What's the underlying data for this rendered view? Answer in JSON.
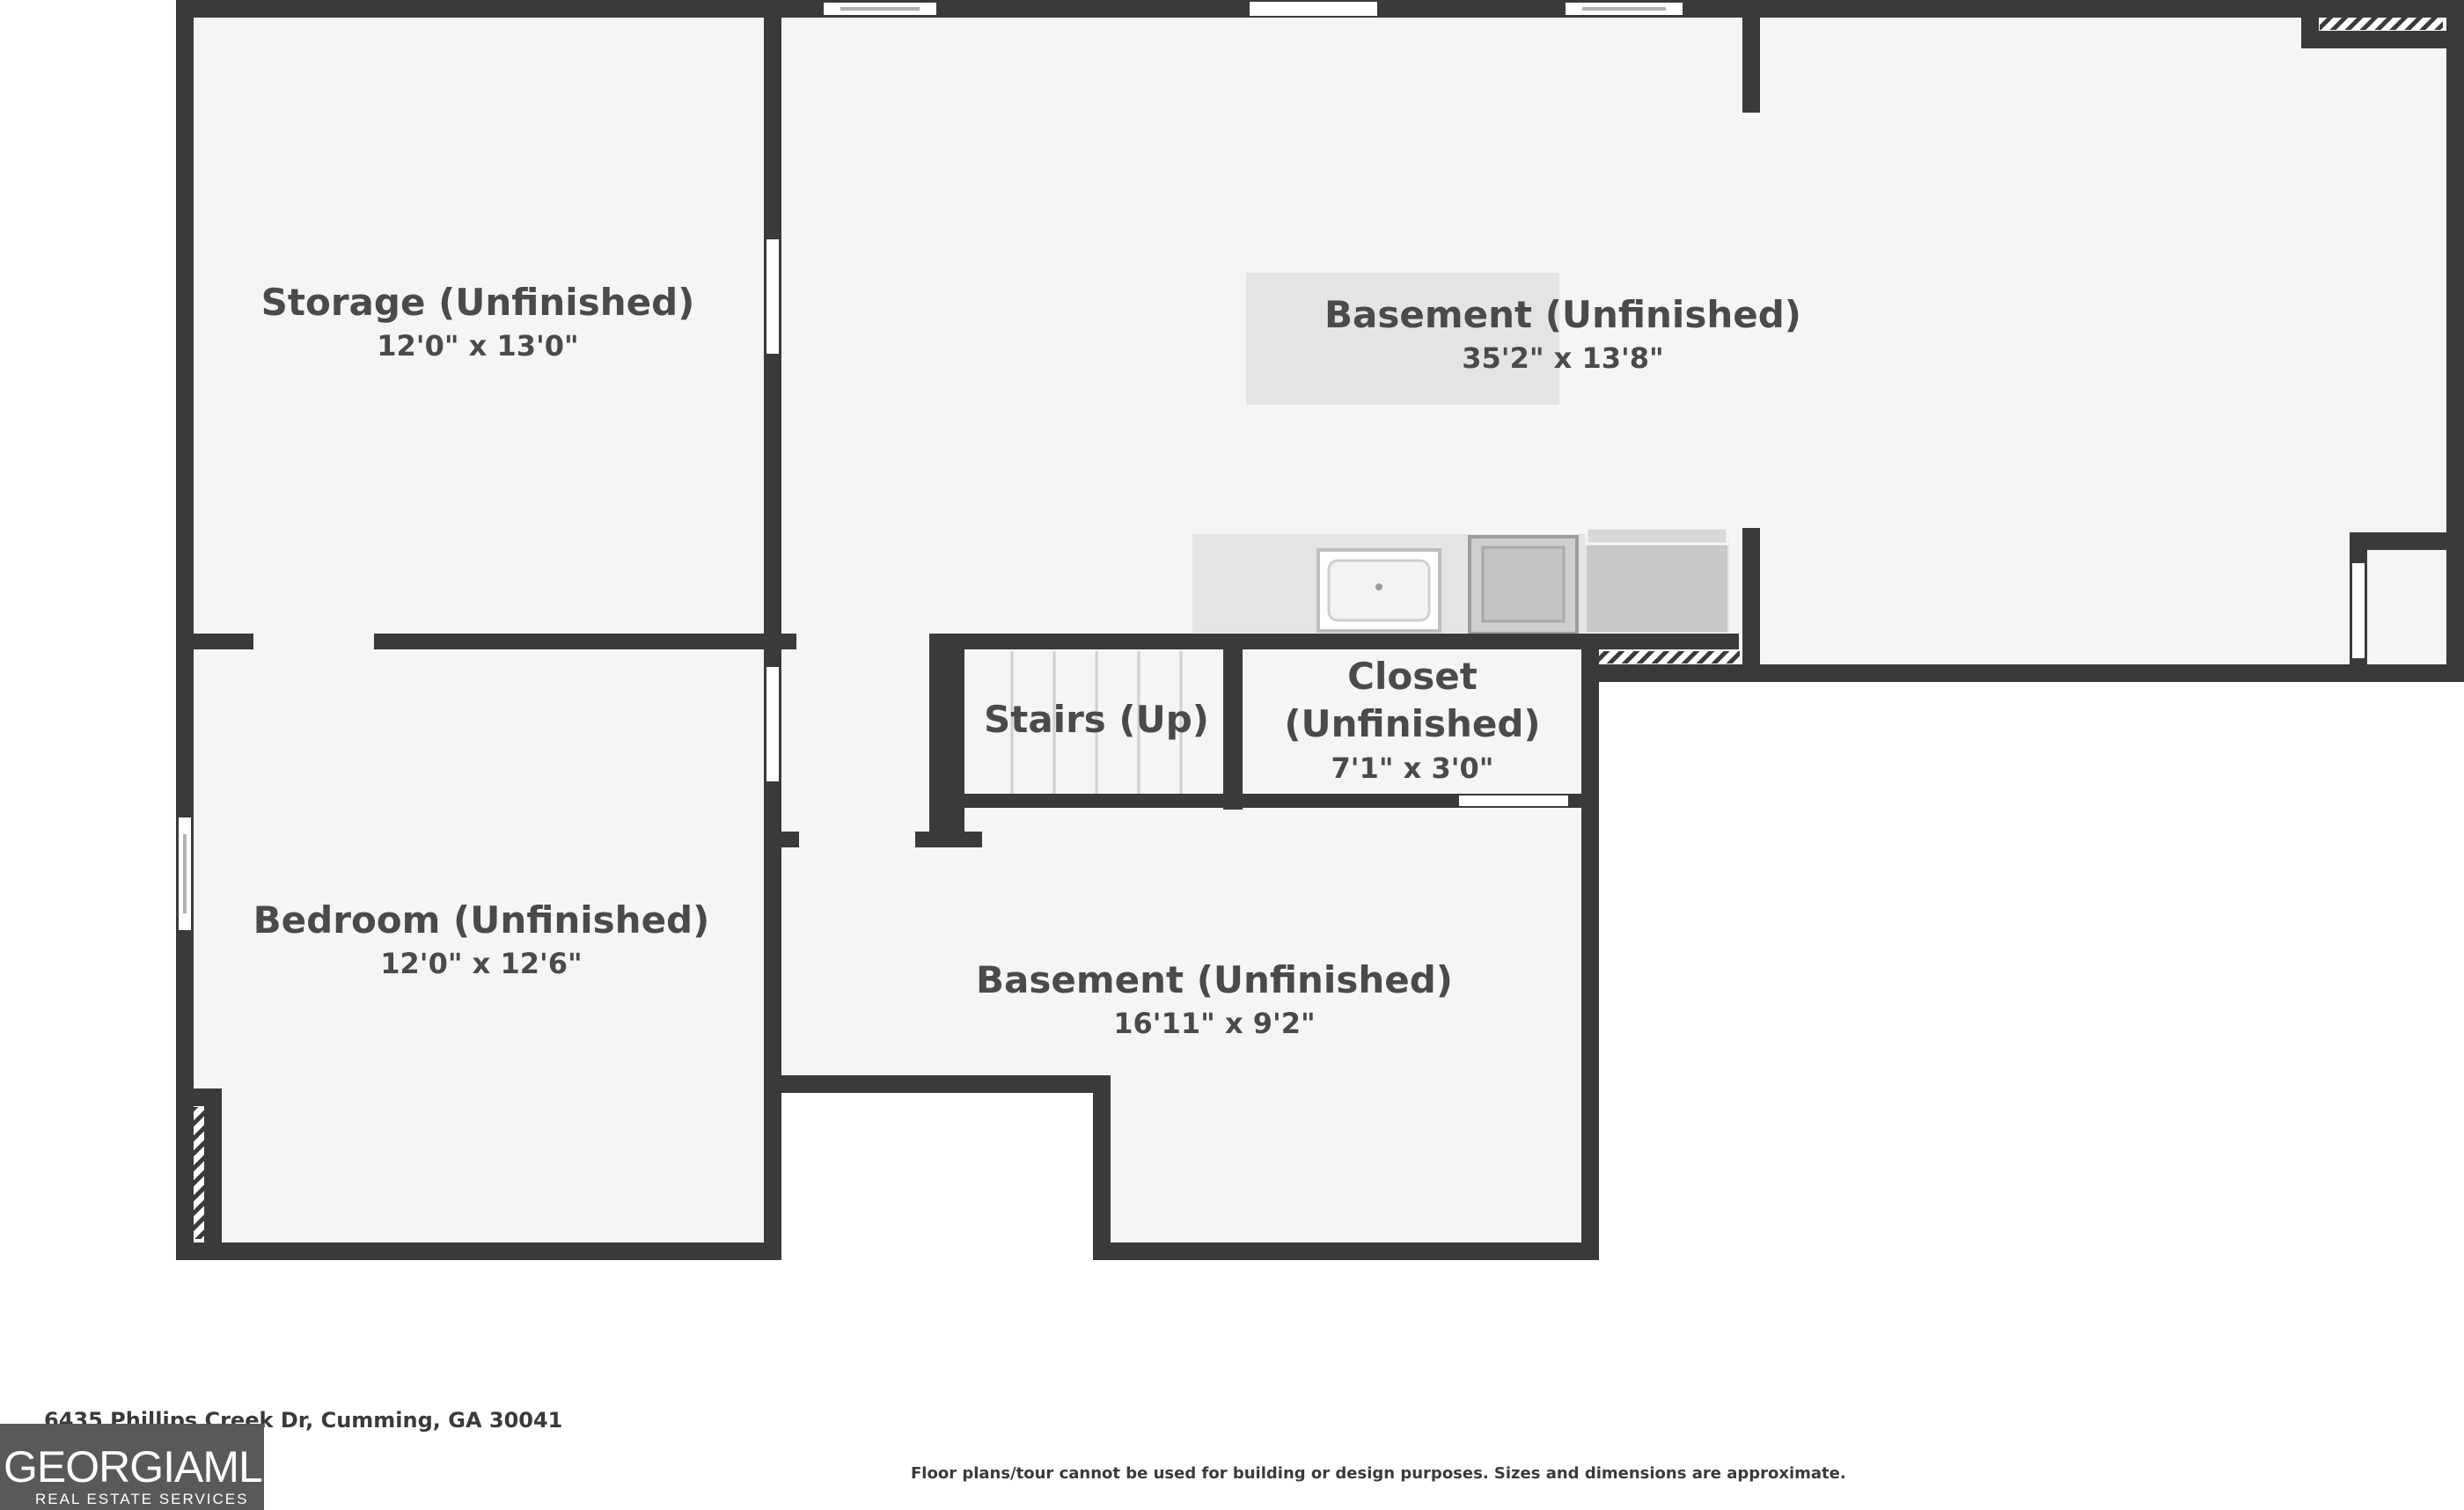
{
  "rooms": {
    "storage": {
      "name": "Storage (Unfinished)",
      "dims": "12'0\" x 13'0\""
    },
    "basement_main": {
      "name": "Basement (Unfinished)",
      "dims": "35'2\" x 13'8\""
    },
    "stairs": {
      "name": "Stairs (Up)"
    },
    "closet": {
      "name_line1": "Closet",
      "name_line2": "(Unfinished)",
      "dims": "7'1\" x 3'0\""
    },
    "bedroom": {
      "name": "Bedroom (Unfinished)",
      "dims": "12'0\" x 12'6\""
    },
    "basement_lower": {
      "name": "Basement (Unfinished)",
      "dims": "16'11\" x 9'2\""
    }
  },
  "footer": {
    "address": "6435 Phillips Creek Dr, Cumming, GA 30041",
    "disclaimer": "Floor plans/tour cannot be used for building or design purposes. Sizes and dimensions are approximate."
  },
  "logo": {
    "main": "GEORGIAMLS",
    "sub": "REAL ESTATE SERVICES"
  },
  "colors": {
    "wall": "#3a3a3a",
    "floor": "#f5f5f5",
    "fixture": "#e4e4e4",
    "text": "#4a4a4a",
    "logo_bg": "#58595b"
  }
}
